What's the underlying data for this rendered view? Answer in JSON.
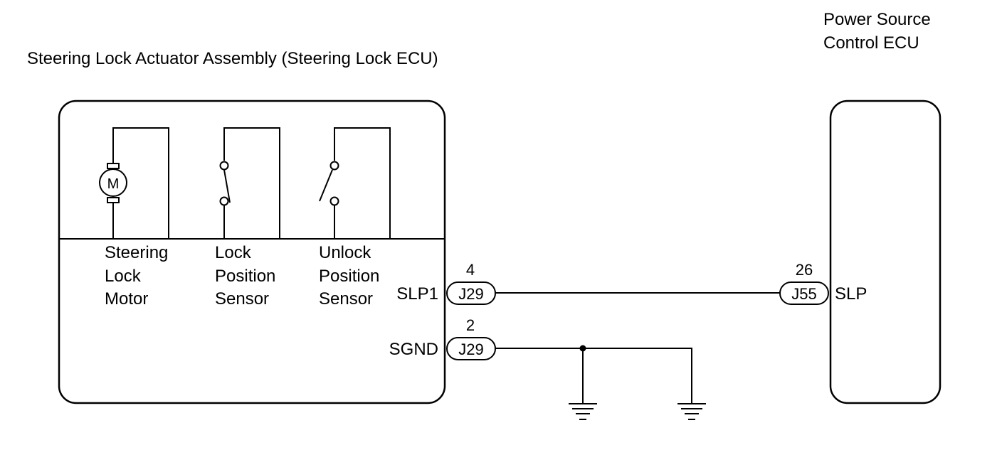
{
  "steering_lock": {
    "title": "Steering Lock Actuator Assembly (Steering Lock ECU)",
    "motor_symbol": "M",
    "motor_label": [
      "Steering",
      "Lock",
      "Motor"
    ],
    "lock_sensor_label": [
      "Lock",
      "Position",
      "Sensor"
    ],
    "unlock_sensor_label": [
      "Unlock",
      "Position",
      "Sensor"
    ]
  },
  "power_ecu": {
    "title_lines": [
      "Power Source",
      "Control ECU"
    ]
  },
  "terminals": {
    "slp1": {
      "name": "SLP1",
      "pin": "4",
      "connector": "J29"
    },
    "sgnd": {
      "name": "SGND",
      "pin": "2",
      "connector": "J29"
    },
    "slp": {
      "name": "SLP",
      "pin": "26",
      "connector": "J55"
    }
  },
  "icons": [
    "motor-icon",
    "switch-icon",
    "ground-icon"
  ]
}
